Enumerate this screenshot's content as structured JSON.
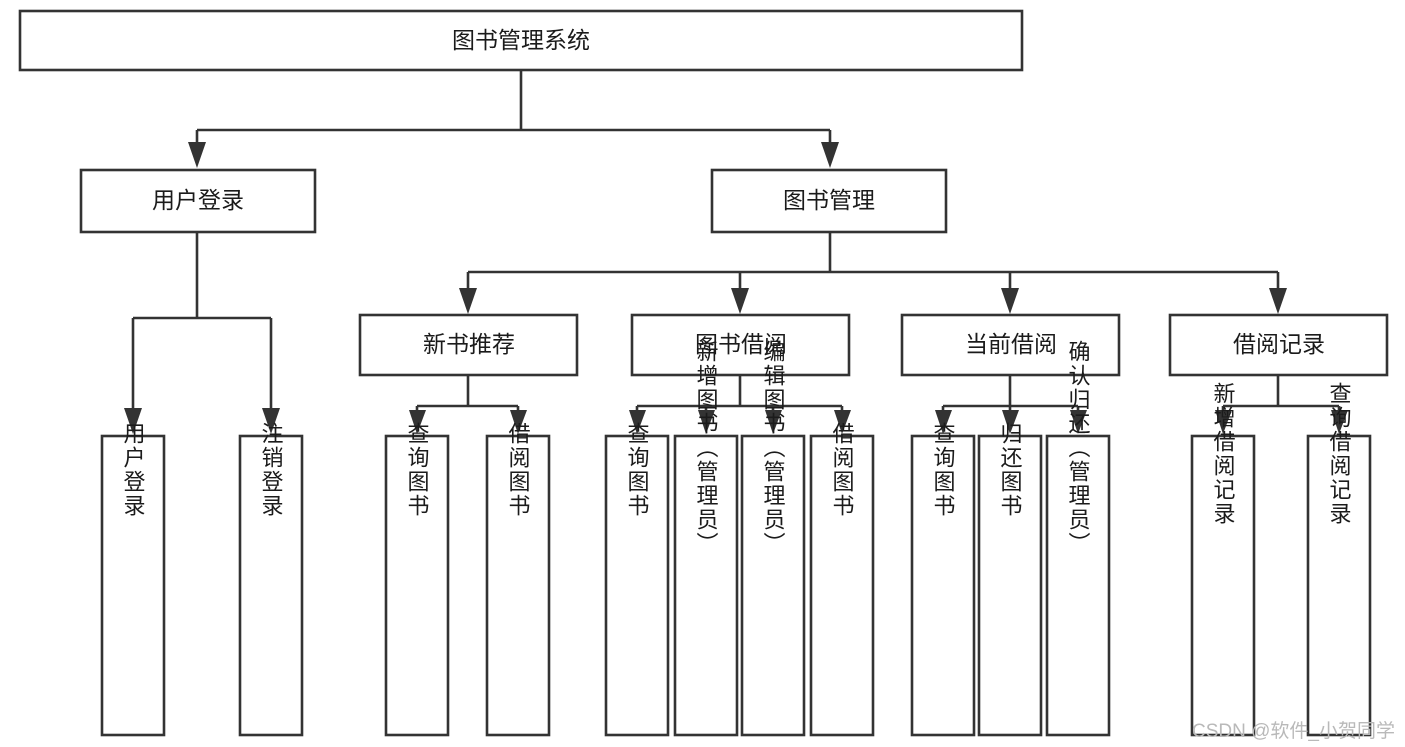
{
  "diagram": {
    "title": "图书管理系统",
    "type": "tree-hierarchy",
    "watermark": "CSDN @软件_小贺同学",
    "colors": {
      "stroke": "#333333",
      "fill": "#ffffff",
      "text": "#1b1b1b",
      "watermark": "#b9b9b9"
    },
    "levels": {
      "root": {
        "label": "图书管理系统"
      },
      "level2": [
        {
          "label": "用户登录"
        },
        {
          "label": "图书管理"
        }
      ],
      "level3": [
        {
          "label": "新书推荐"
        },
        {
          "label": "图书借阅"
        },
        {
          "label": "当前借阅"
        },
        {
          "label": "借阅记录"
        }
      ],
      "leaves": {
        "user_login": [
          {
            "label": "用户登录"
          },
          {
            "label": "注销登录"
          }
        ],
        "new_book_recommend": [
          {
            "label": "查询图书"
          },
          {
            "label": "借阅图书"
          }
        ],
        "book_borrow": [
          {
            "label": "查询图书"
          },
          {
            "label": "新增图书（管理员）"
          },
          {
            "label": "编辑图书（管理员）"
          },
          {
            "label": "借阅图书"
          }
        ],
        "current_borrow": [
          {
            "label": "查询图书"
          },
          {
            "label": "归还图书"
          },
          {
            "label": "确认归还（管理员）"
          }
        ],
        "borrow_record": [
          {
            "label": "新增借阅记录"
          },
          {
            "label": "查询借阅记录"
          }
        ]
      }
    }
  }
}
